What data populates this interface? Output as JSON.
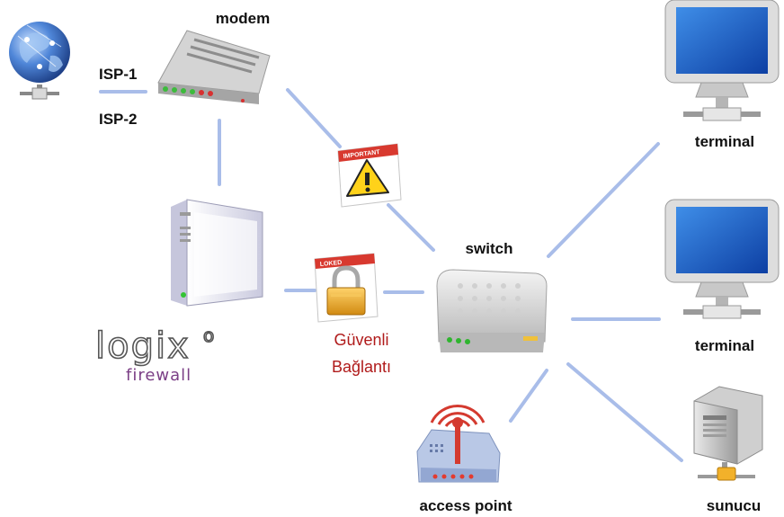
{
  "labels": {
    "modem": "modem",
    "isp1": "ISP-1",
    "isp2": "ISP-2",
    "switch": "switch",
    "terminal_top": "terminal",
    "terminal_mid": "terminal",
    "access_point": "access point",
    "sunucu": "sunucu",
    "secure_line1": "Güvenli",
    "secure_line2": "Bağlantı",
    "important_tag": "IMPORTANT",
    "locked_tag": "LOKED"
  },
  "logo": {
    "brand": "logix",
    "superscript": "o",
    "product": "firewall"
  },
  "colors": {
    "link": "#a9bde9",
    "secure_text": "#b01b1b",
    "screen": "#1f63c6",
    "logo_purple": "#7b3f86"
  },
  "icons": [
    "globe-icon",
    "modem-icon",
    "firewall-server-icon",
    "warning-document-icon",
    "lock-document-icon",
    "switch-icon",
    "monitor-icon",
    "wireless-access-point-icon",
    "tower-server-icon"
  ]
}
